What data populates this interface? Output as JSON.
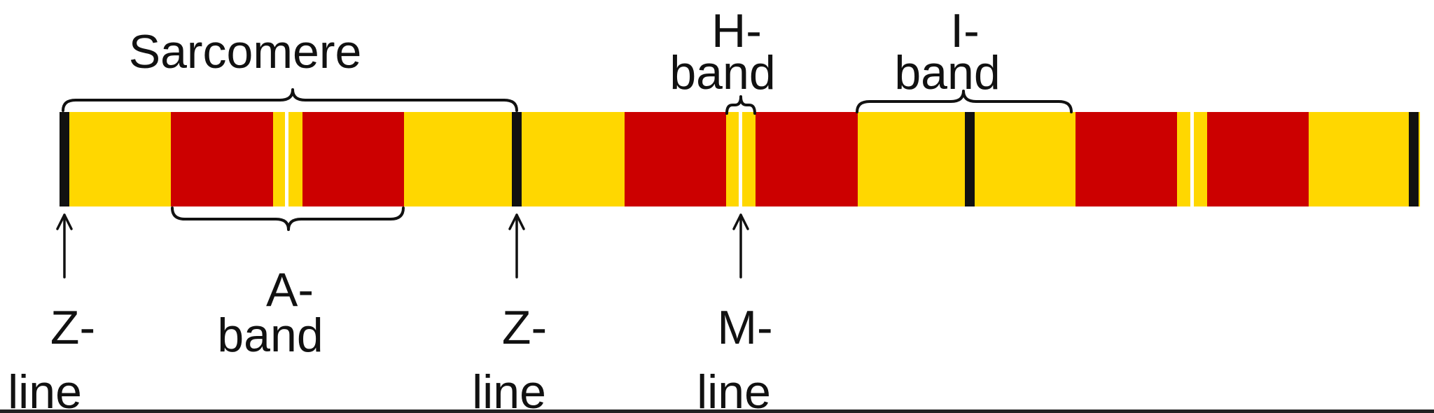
{
  "colors": {
    "i_band": "#FFD700",
    "a_band": "#CC0000",
    "z_line": "#111111",
    "m_line": "#FFFFFF",
    "ink": "#111111"
  },
  "labels": {
    "sarcomere": "Sarcomere",
    "h_band_line1": "H-",
    "h_band_line2": "band",
    "i_band_line1": "I-",
    "i_band_line2": "band",
    "a_band_line1": "A-",
    "a_band_line2": "band",
    "z_line_1_line1": "Z-",
    "z_line_1_line2": "line",
    "z_line_2_line1": "Z-",
    "z_line_2_line2": "line",
    "m_line_line1": "M-",
    "m_line_line2": "line"
  }
}
